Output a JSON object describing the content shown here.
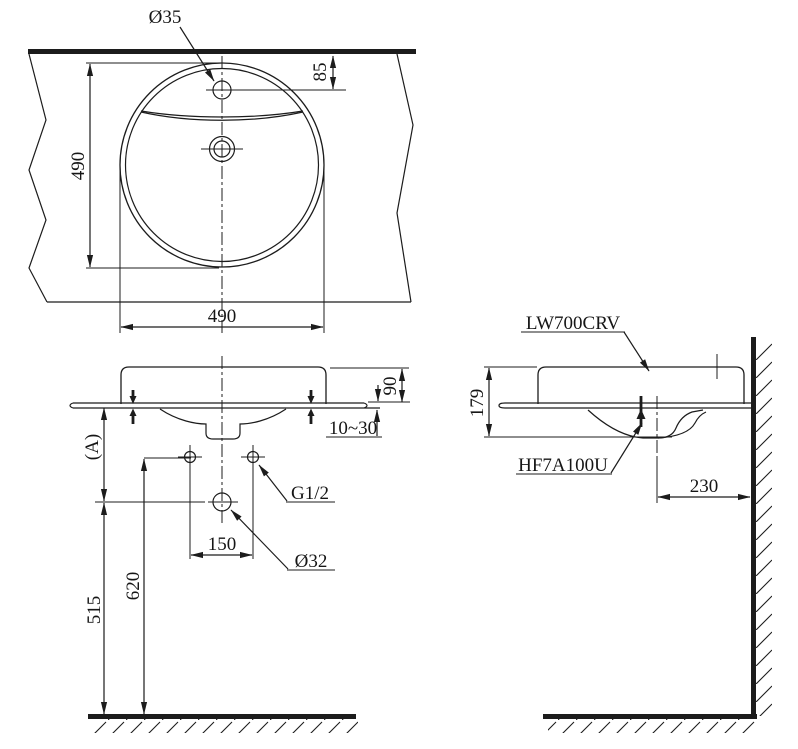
{
  "drawing": {
    "colors": {
      "line": "#1c1c1c",
      "background": "#ffffff"
    },
    "plan_view": {
      "labels": {
        "faucet_hole_diameter": "Ø35",
        "bowl_depth_dim": "490",
        "faucet_offset_dim": "85",
        "bowl_width_dim": "490"
      }
    },
    "front_view": {
      "labels": {
        "rim_height_dim": "90",
        "counter_thickness_dim": "10~30",
        "dim_a": "(A)",
        "supply_thread": "G1/2",
        "supply_spacing_dim": "150",
        "drain_diameter": "Ø32",
        "supply_height_dim": "620",
        "drain_height_dim": "515"
      }
    },
    "side_view": {
      "labels": {
        "product_code": "LW700CRV",
        "basin_depth_dim": "179",
        "fitting_code": "HF7A100U",
        "drain_wall_offset_dim": "230"
      }
    }
  }
}
